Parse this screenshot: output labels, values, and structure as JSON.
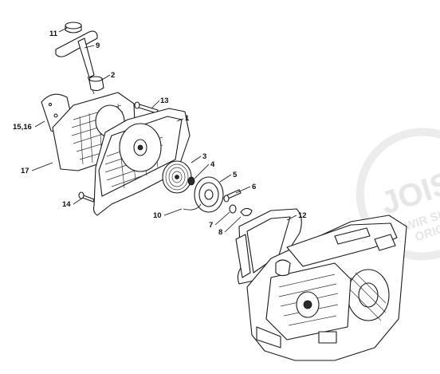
{
  "diagram": {
    "callouts": [
      {
        "id": "c11",
        "text": "11"
      },
      {
        "id": "c9",
        "text": "9"
      },
      {
        "id": "c2",
        "text": "2"
      },
      {
        "id": "c13",
        "text": "13"
      },
      {
        "id": "c1",
        "text": "1"
      },
      {
        "id": "c1516",
        "text": "15,16"
      },
      {
        "id": "c3",
        "text": "3"
      },
      {
        "id": "c4",
        "text": "4"
      },
      {
        "id": "c5",
        "text": "5"
      },
      {
        "id": "c6",
        "text": "6"
      },
      {
        "id": "c17",
        "text": "17"
      },
      {
        "id": "c14",
        "text": "14"
      },
      {
        "id": "c10",
        "text": "10"
      },
      {
        "id": "c7",
        "text": "7"
      },
      {
        "id": "c8",
        "text": "8"
      },
      {
        "id": "c12",
        "text": "12"
      }
    ],
    "watermark": {
      "line1": "JOIS",
      "line2": "WIR SIN",
      "line3": "ORIGIN"
    }
  }
}
